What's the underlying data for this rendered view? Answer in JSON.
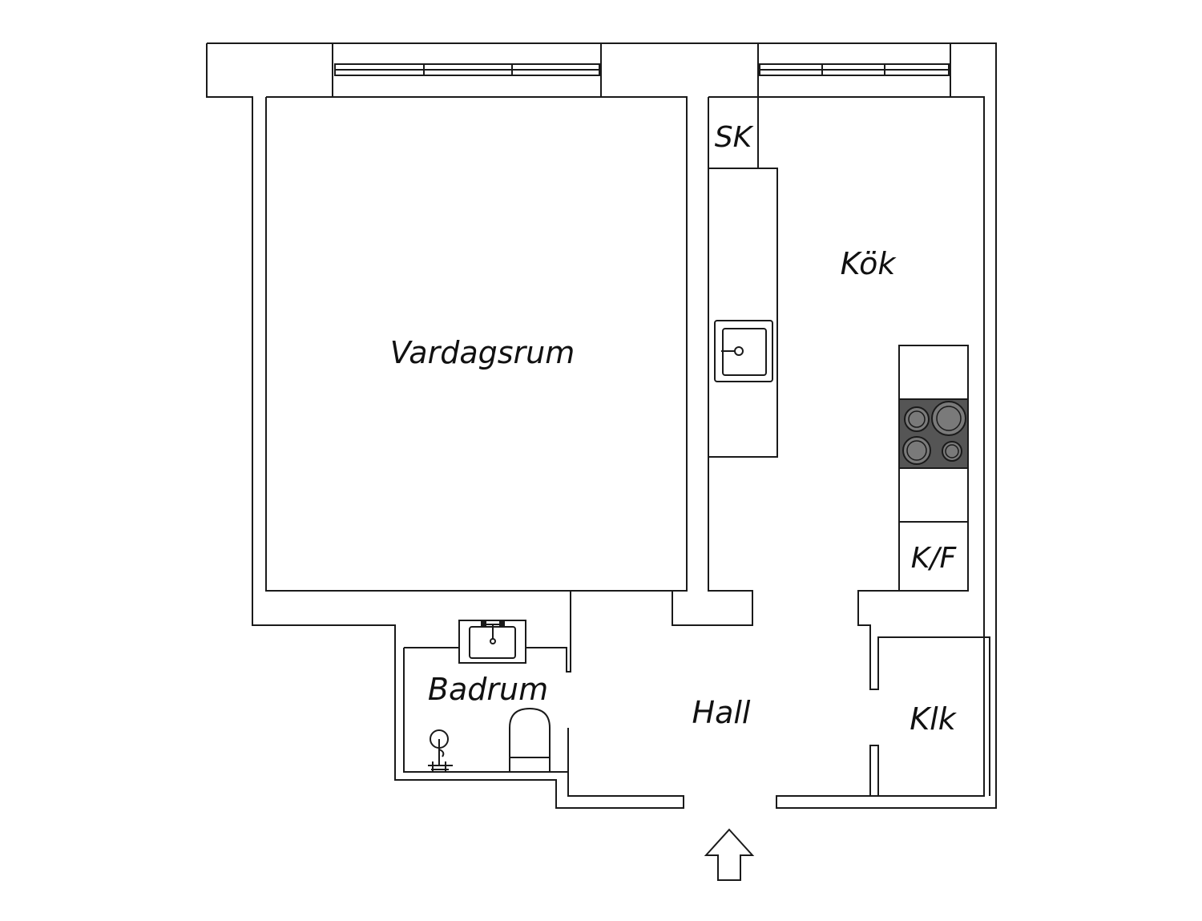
{
  "rooms": {
    "vardagsrum": "Vardagsrum",
    "kok": "Kök",
    "badrum": "Badrum",
    "hall": "Hall",
    "klk": "Klk",
    "sk": "SK",
    "kf": "K/F"
  },
  "colors": {
    "line": "#1a1a1a",
    "wall_fill": "#ffffff",
    "stove": "#555555",
    "burner": "#7a7a7a"
  },
  "icons": {
    "entrance": "arrow-up-icon",
    "sink": "kitchen-sink-icon",
    "stove": "stove-icon",
    "washbasin": "washbasin-icon",
    "toilet": "toilet-icon",
    "shower": "shower-icon"
  }
}
